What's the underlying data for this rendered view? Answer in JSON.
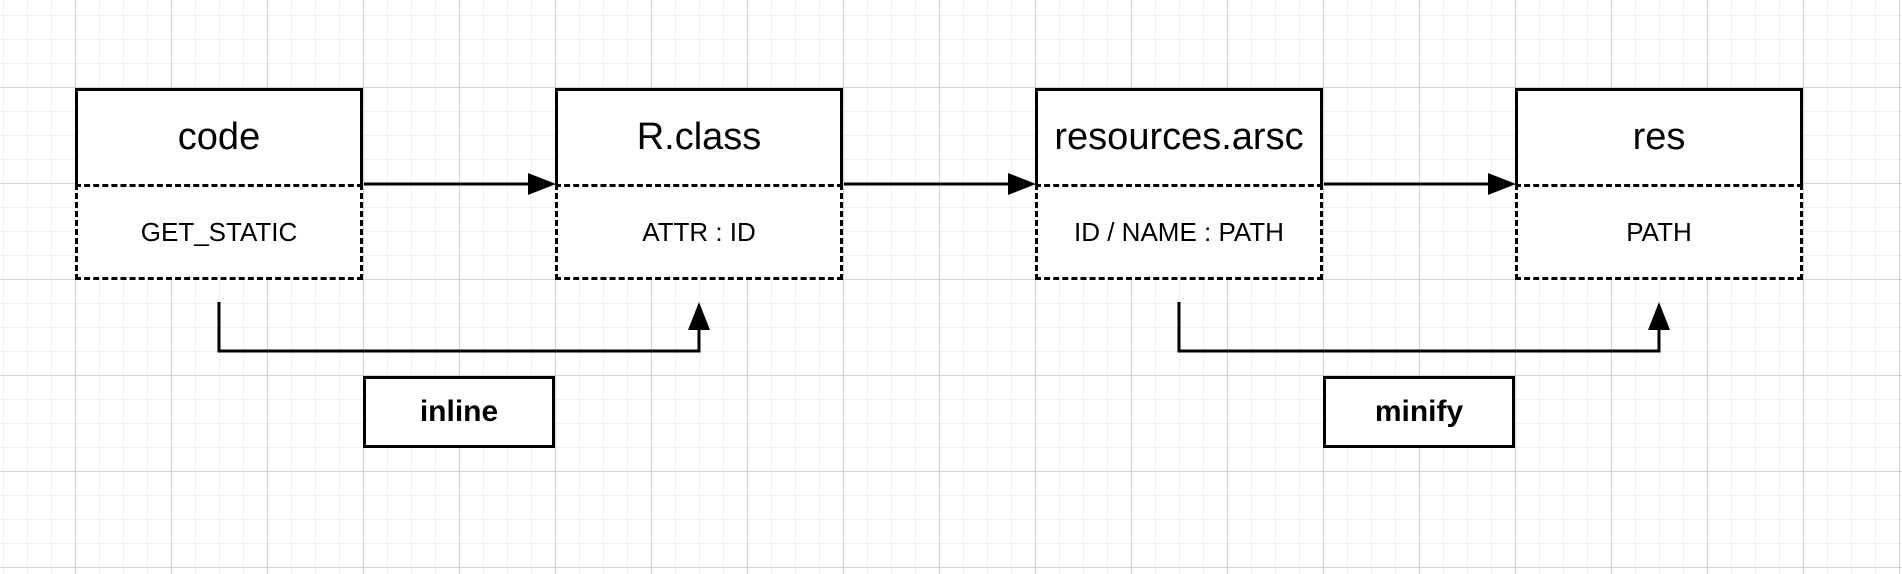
{
  "diagram": {
    "nodes": [
      {
        "title": "code",
        "subtitle": "GET_STATIC"
      },
      {
        "title": "R.class",
        "subtitle": "ATTR : ID"
      },
      {
        "title": "resources.arsc",
        "subtitle": "ID / NAME : PATH"
      },
      {
        "title": "res",
        "subtitle": "PATH"
      }
    ],
    "edge_labels": [
      {
        "label": "inline"
      },
      {
        "label": "minify"
      }
    ],
    "colors": {
      "stroke": "#000000",
      "shape_fill": "#ffffff",
      "text": "#000000",
      "grid_minor": "#f0f0f0",
      "grid_major": "#d4d4d4",
      "background": "#ffffff"
    }
  }
}
